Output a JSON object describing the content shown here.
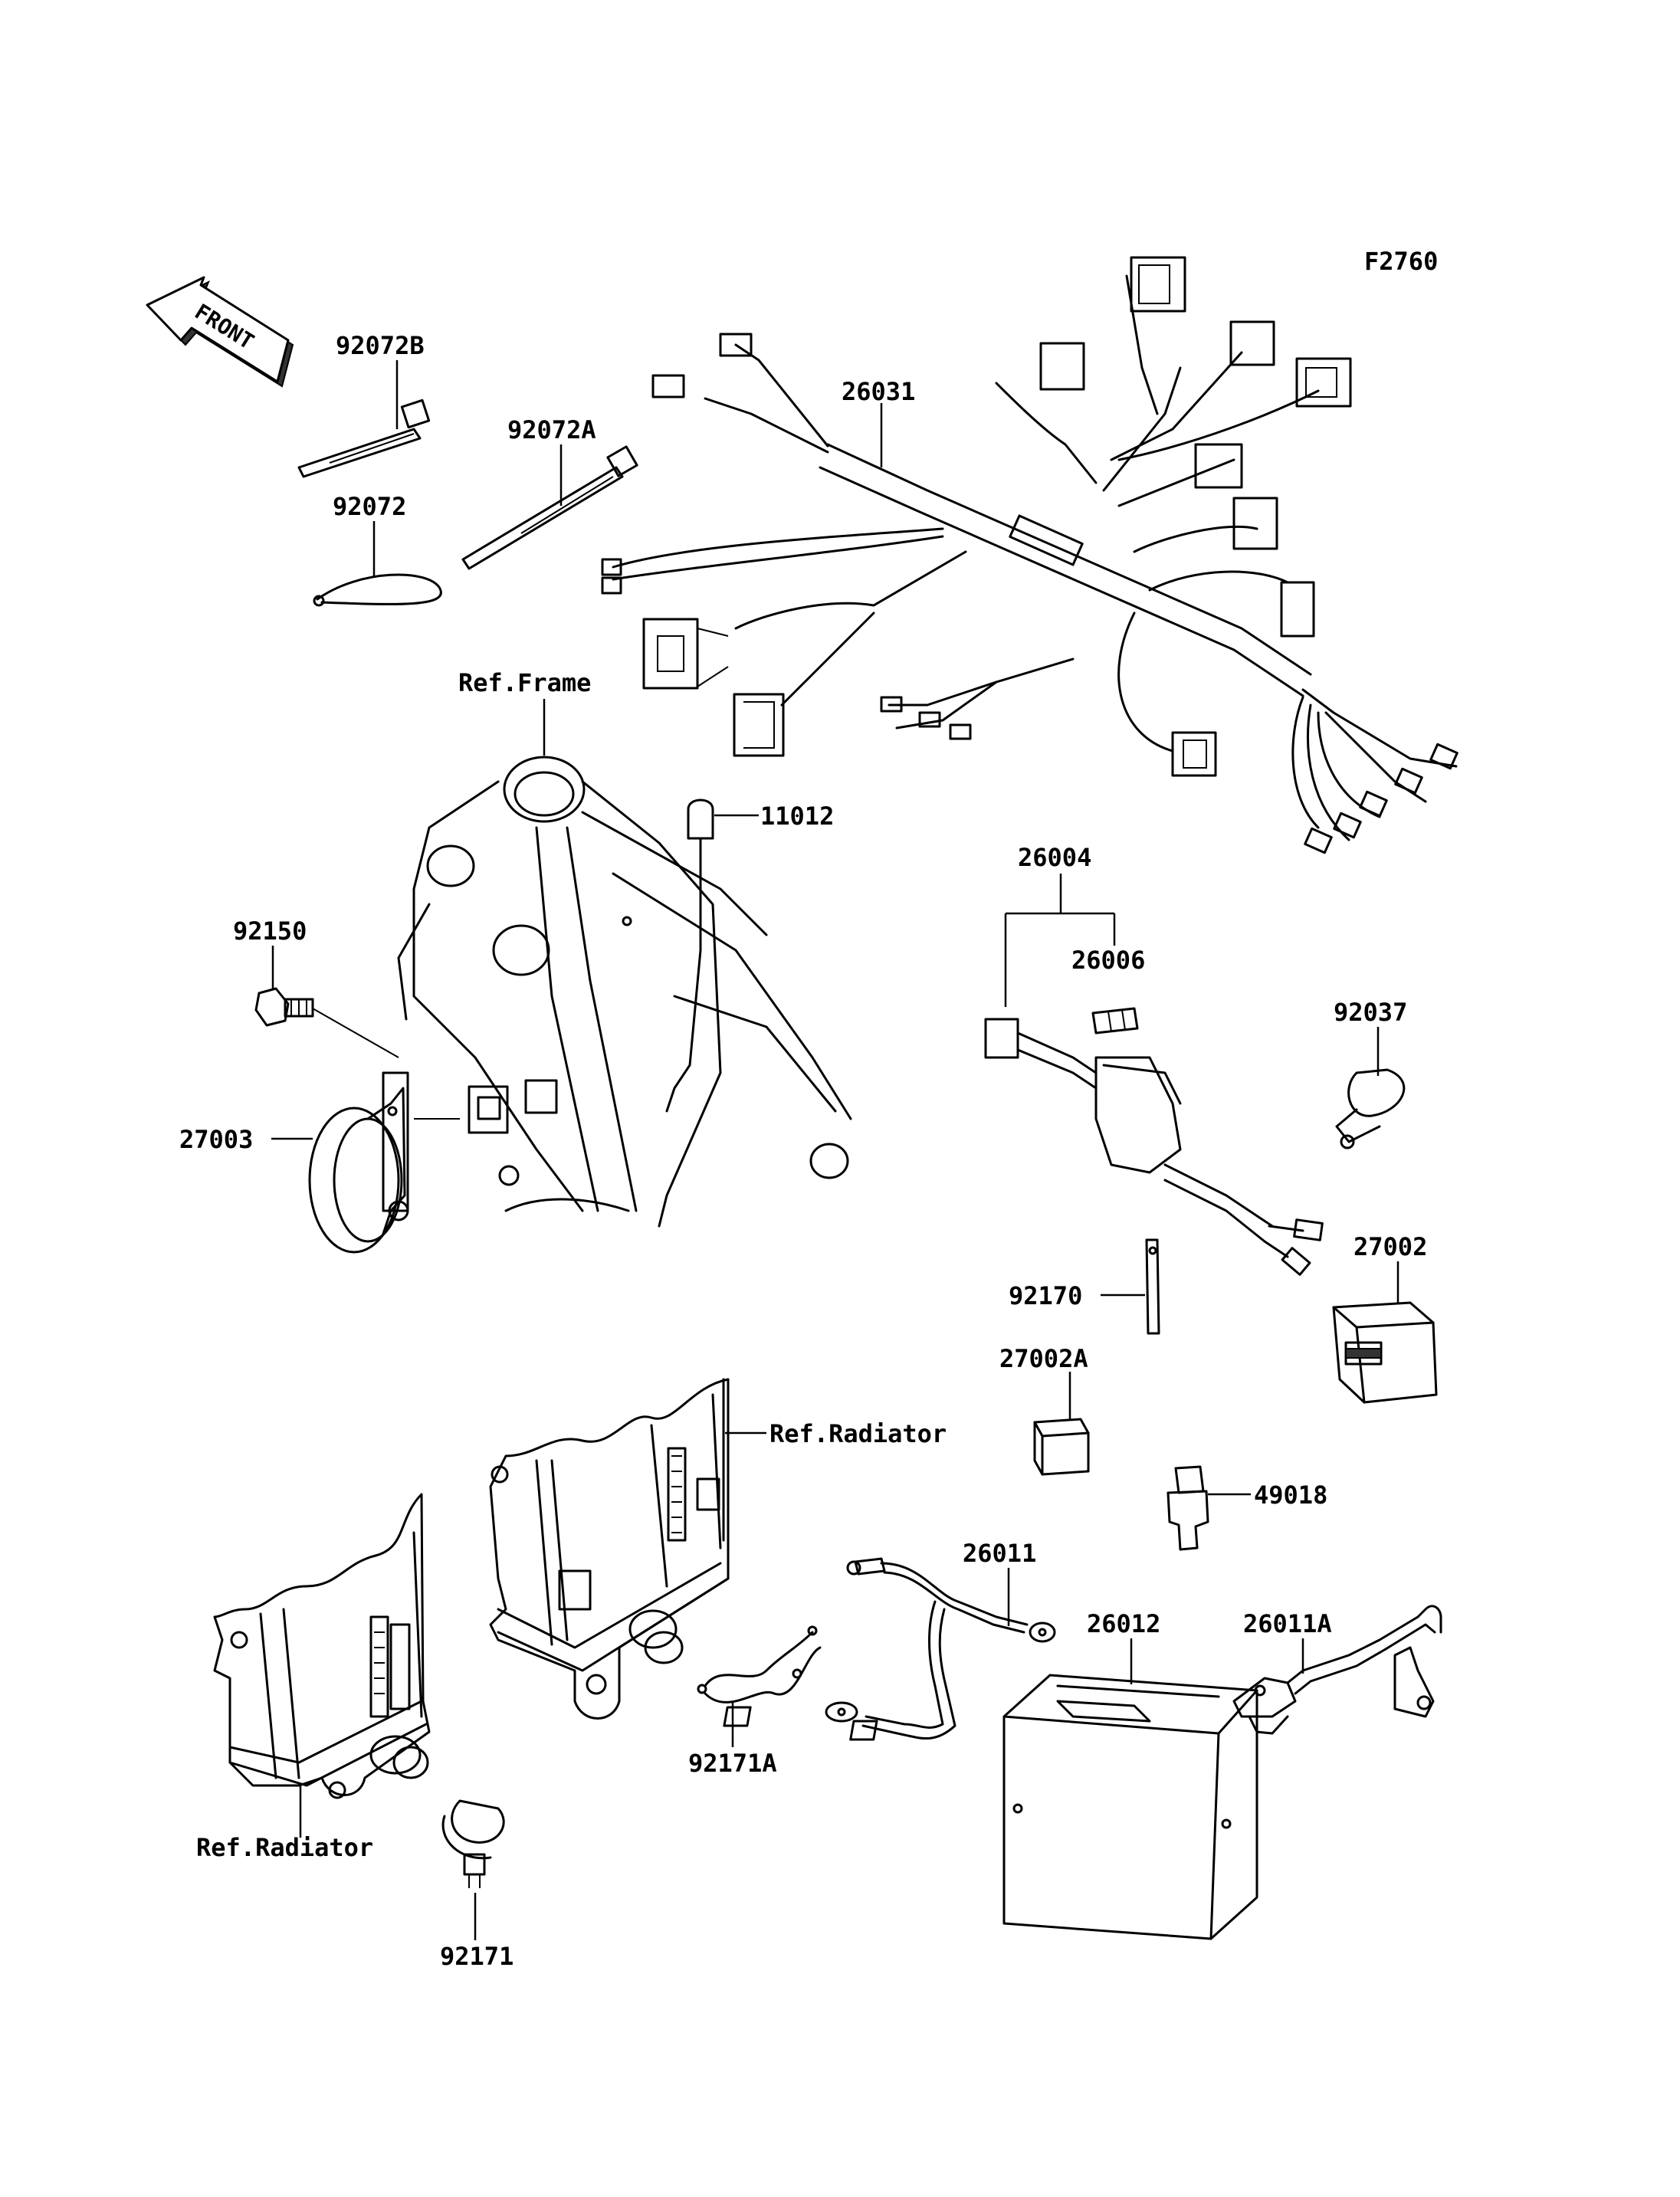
{
  "figure_code": "F2760",
  "front_arrow_label": "FRONT",
  "references": {
    "frame": "Ref.Frame",
    "radiator_upper": "Ref.Radiator",
    "radiator_lower": "Ref.Radiator"
  },
  "parts": {
    "p92072B": "92072B",
    "p92072A": "92072A",
    "p92072": "92072",
    "p26031": "26031",
    "p11012": "11012",
    "p92150": "92150",
    "p27003": "27003",
    "p26004": "26004",
    "p26006": "26006",
    "p92037": "92037",
    "p27002": "27002",
    "p92170": "92170",
    "p27002A": "27002A",
    "p49018": "49018",
    "p26011": "26011",
    "p26011A": "26011A",
    "p26012": "26012",
    "p92171A": "92171A",
    "p92171": "92171"
  }
}
